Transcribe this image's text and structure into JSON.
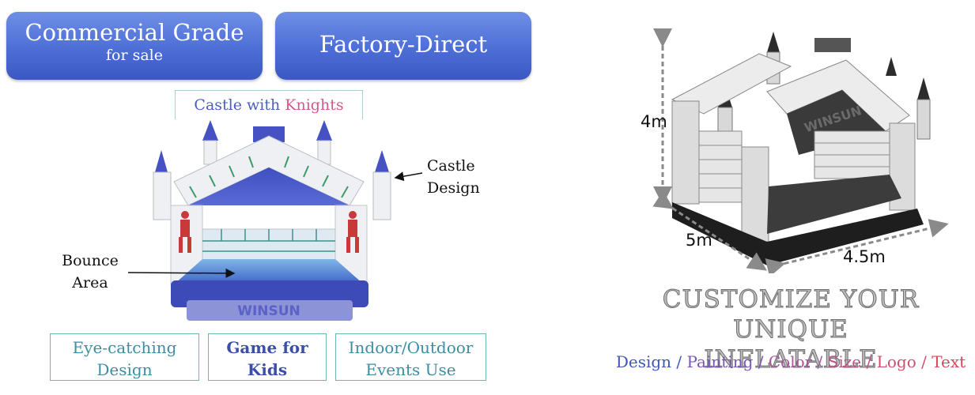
{
  "badges": {
    "commercial": {
      "title": "Commercial Grade",
      "subtitle": "for sale"
    },
    "factory": {
      "title": "Factory-Direct"
    }
  },
  "castle_label": {
    "word1": "Castle with",
    "word2": "Knights"
  },
  "callouts": {
    "castle_design": {
      "line1": "Castle",
      "line2": "Design"
    },
    "bounce_area": {
      "line1": "Bounce",
      "line2": "Area"
    }
  },
  "features": [
    {
      "line1": "Eye-catching",
      "line2": "Design"
    },
    {
      "line1": "Game for",
      "line2": "Kids"
    },
    {
      "line1": "Indoor/Outdoor",
      "line2": "Events Use"
    }
  ],
  "product_brand": "WINSUN",
  "dimensions": {
    "height": "4m",
    "length": "5m",
    "width": "4.5m"
  },
  "customize": {
    "line1": "CUSTOMIZE YOUR UNIQUE",
    "line2": "INFLATABLE"
  },
  "options": {
    "items": [
      "Design",
      "Painting",
      "Color",
      "Size",
      "Logo",
      "Text"
    ],
    "separator": " / ",
    "colors": [
      "#3f56b8",
      "#7a55b5",
      "#a6559d",
      "#bf5288",
      "#cf4f70",
      "#d8465a"
    ]
  },
  "colors": {
    "badge_blue": "#4d6ed6",
    "castle_blue": "#4652c4",
    "teal_border": "#6fb7b6"
  }
}
